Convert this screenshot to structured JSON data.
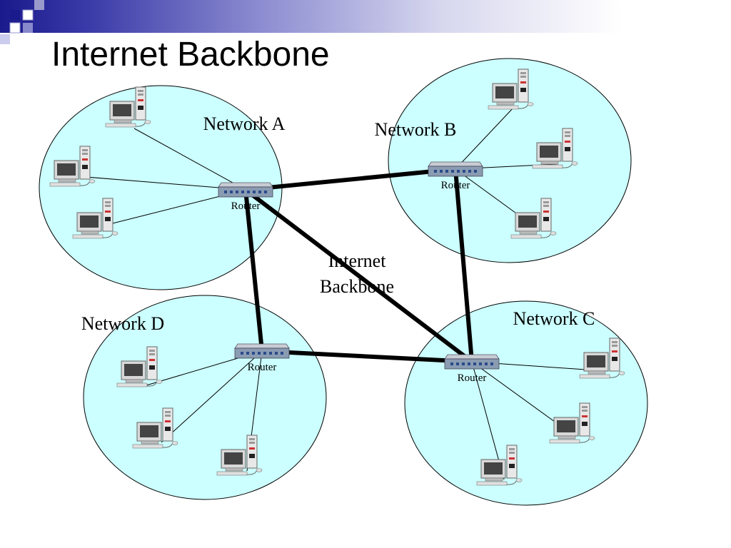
{
  "title": "Internet Backbone",
  "backbone_label": [
    "Internet",
    "Backbone"
  ],
  "router_label": "Router",
  "colors": {
    "network_fill": "#ccffff",
    "header_dark": "#1a1a8c",
    "square_accent": "#8888cc"
  },
  "networks": [
    {
      "id": "a",
      "label": "Network A",
      "computers": 3
    },
    {
      "id": "b",
      "label": "Network B",
      "computers": 3
    },
    {
      "id": "c",
      "label": "Network C",
      "computers": 3
    },
    {
      "id": "d",
      "label": "Network D",
      "computers": 3
    }
  ],
  "backbone_links": [
    [
      "a",
      "b"
    ],
    [
      "a",
      "d"
    ],
    [
      "a",
      "c"
    ],
    [
      "b",
      "c"
    ],
    [
      "d",
      "c"
    ]
  ],
  "icons": [
    "router-icon",
    "computer-icon"
  ]
}
